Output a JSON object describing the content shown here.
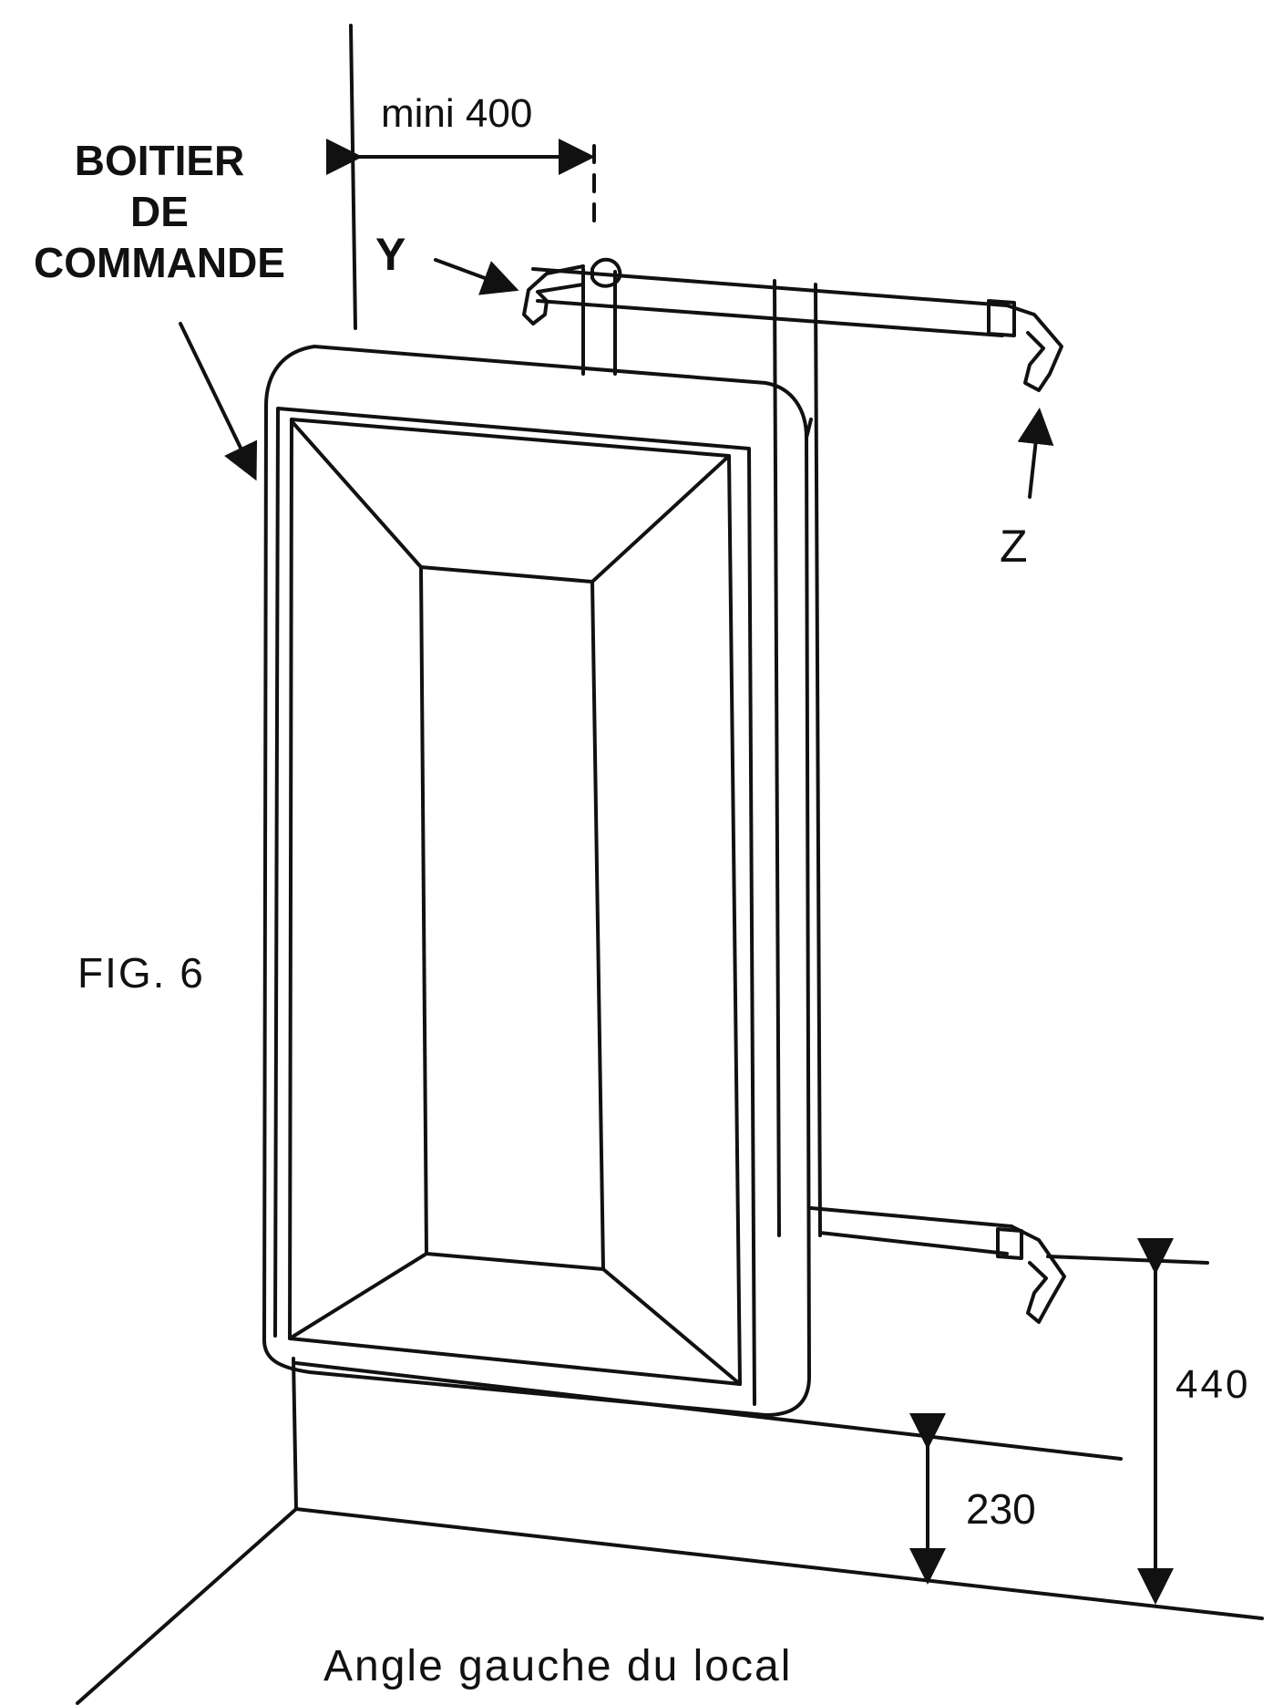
{
  "diagram": {
    "figure_label": "FIG. 6",
    "callout_box": [
      "BOITIER",
      "DE",
      "COMMANDE"
    ],
    "dimension_min": "mini 400",
    "bracket_y": "Y",
    "bracket_z": "Z",
    "height_total": "440",
    "height_base": "230",
    "caption": "Angle gauche du local"
  },
  "colors": {
    "ink": "#111111",
    "paper": "#ffffff"
  }
}
